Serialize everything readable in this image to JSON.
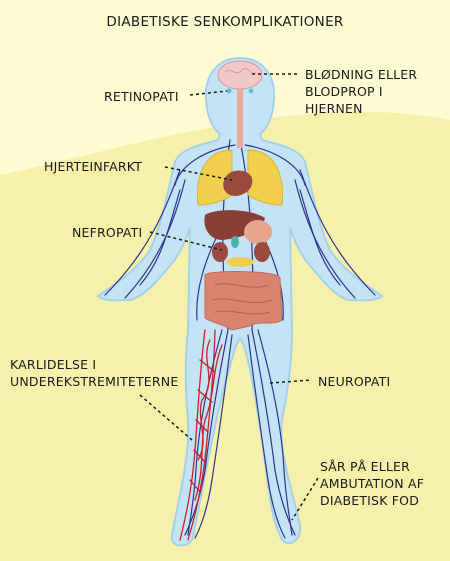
{
  "title": "DIABETISKE SENKOMPLIKATIONER",
  "labels": {
    "stroke": "BLØDNING ELLER\nBLODPROP I\nHJERNEN",
    "retinopathy": "RETINOPATI",
    "heart_attack": "HJERTEINFARKT",
    "nephropathy": "NEFROPATI",
    "vascular_disease": "KARLIDELSE I\nUNDEREKSTREMITETERNE",
    "neuropathy": "NEUROPATI",
    "foot": "SÅR PÅ ELLER\nAMBUTATION AF\nDIABETISK FOD"
  },
  "colors": {
    "background": "#fdfbd2",
    "background_wave": "#f6f1aa",
    "body": "#c4e4f6",
    "nerves": "#2c3590",
    "vessels": "#c8202a",
    "brain": "#f1c8c6",
    "lungs": "#f0cf4c",
    "organs": "#9a4a3f",
    "intestine": "#d9826f"
  }
}
